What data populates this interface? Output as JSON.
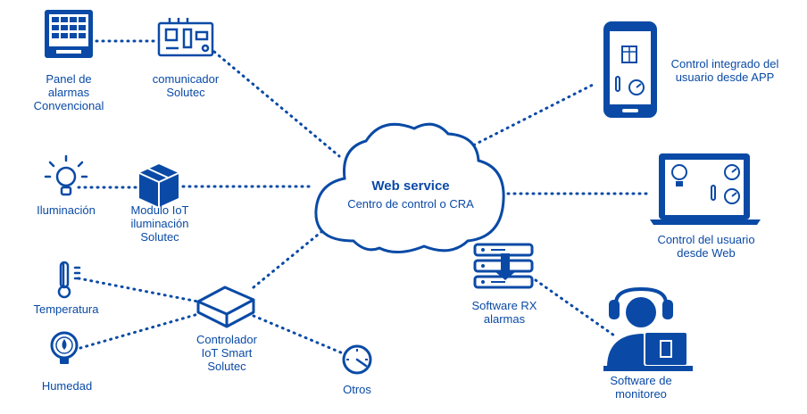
{
  "colors": {
    "primary": "#0a4aa6",
    "background": "#ffffff"
  },
  "center": {
    "title": "Web service",
    "subtitle": "Centro de control o CRA",
    "icon": "cloud-icon"
  },
  "nodes": {
    "panel": {
      "label": "Panel de\nalarmas\nConvencional",
      "icon": "alarm-panel-icon"
    },
    "comunicador": {
      "label": "comunicador\nSolutec",
      "icon": "circuit-board-icon"
    },
    "iluminacion": {
      "label": "Iluminación",
      "icon": "lightbulb-icon"
    },
    "modulo": {
      "label": "Modulo IoT\niluminación\nSolutec",
      "icon": "box-module-icon"
    },
    "temperatura": {
      "label": "Temperatura",
      "icon": "thermometer-icon"
    },
    "humedad": {
      "label": "Humedad",
      "icon": "humidity-gauge-icon"
    },
    "controlador": {
      "label": "Controlador\nIoT Smart\nSolutec",
      "icon": "iot-controller-icon"
    },
    "otros": {
      "label": "Otros",
      "icon": "gauge-icon"
    },
    "app": {
      "label": "Control integrado del\nusuario desde APP",
      "icon": "smartphone-icon"
    },
    "web": {
      "label": "Control del usuario\ndesde Web",
      "icon": "laptop-icon"
    },
    "rx": {
      "label": "Software RX\nalarmas",
      "icon": "server-icon"
    },
    "monitoreo": {
      "label": "Software de\nmonitoreo",
      "icon": "operator-headset-icon"
    }
  }
}
